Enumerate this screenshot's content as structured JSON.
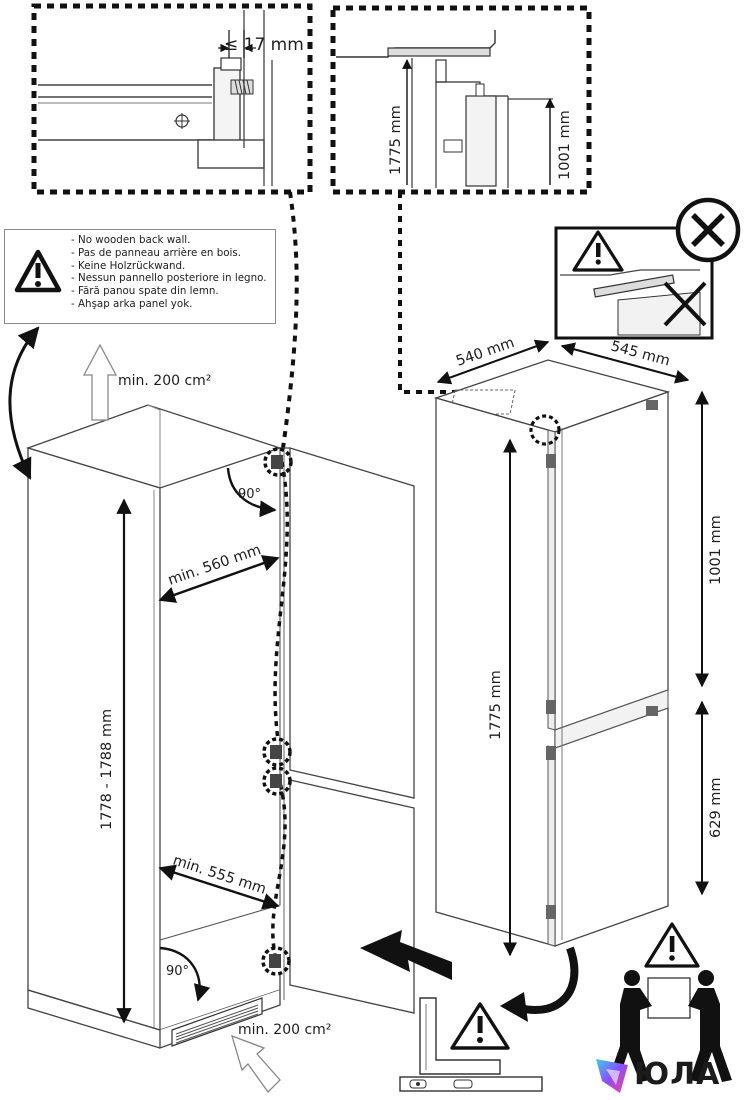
{
  "warning_notice": {
    "lines": [
      "No wooden back wall.",
      "Pas de panneau arrière en bois.",
      "Keine Holzrückwand.",
      "Nessun pannello posteriore in legno.",
      "Fără panou spate din lemn.",
      "Ahşap arka panel yok."
    ]
  },
  "detail_hinge": {
    "clearance_label": "≤ 17 mm"
  },
  "detail_niche": {
    "height_total": "1775 mm",
    "height_upper": "1001 mm"
  },
  "cabinet": {
    "ventilation_top": "min. 200 cm²",
    "ventilation_bottom": "min. 200 cm²",
    "inner_width_top": "min. 560 mm",
    "inner_width_bottom": "min. 555 mm",
    "niche_height": "1778 - 1788 mm",
    "door_angle_top": "90°",
    "door_angle_bottom": "90°"
  },
  "fridge": {
    "depth": "540 mm",
    "width": "545 mm",
    "height_total": "1775 mm",
    "height_upper": "1001 mm",
    "height_lower": "629 mm"
  },
  "brand": {
    "name": "ЮЛА"
  },
  "icons": [
    "warning-triangle-icon",
    "prohibited-cross-icon",
    "two-person-lift-icon",
    "spirit-level-icon",
    "square-ruler-icon"
  ]
}
